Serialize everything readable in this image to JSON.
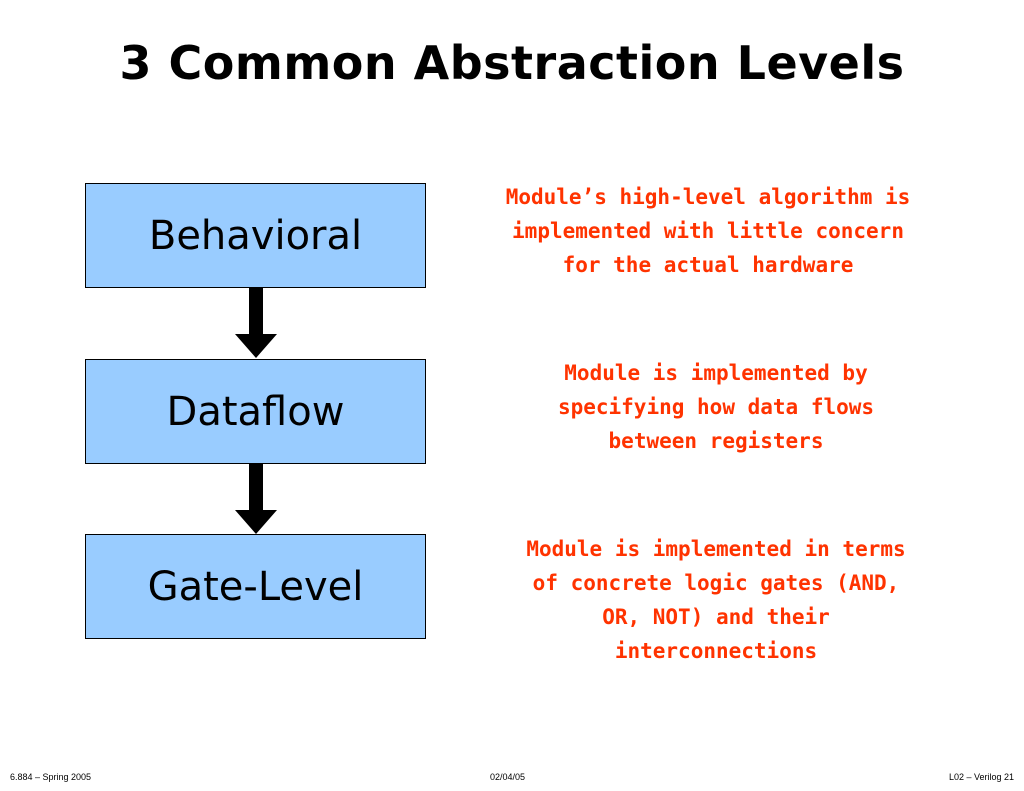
{
  "title": "3 Common Abstraction Levels",
  "levels": [
    {
      "label": "Behavioral",
      "description": [
        "Module’s high-level algorithm is",
        "implemented with little concern",
        "for the actual hardware"
      ]
    },
    {
      "label": "Dataflow",
      "description": [
        "Module is implemented by",
        "specifying how data flows",
        "between registers"
      ]
    },
    {
      "label": "Gate-Level",
      "description": [
        "Module is implemented in terms",
        "of concrete logic gates (AND,",
        "OR, NOT) and their",
        "interconnections"
      ]
    }
  ],
  "footer": {
    "left": "6.884 – Spring 2005",
    "center": "02/04/05",
    "right": "L02 – Verilog   21"
  },
  "colors": {
    "box_fill": "#99ccff",
    "description_text": "#ff3300",
    "arrow": "#000000"
  }
}
